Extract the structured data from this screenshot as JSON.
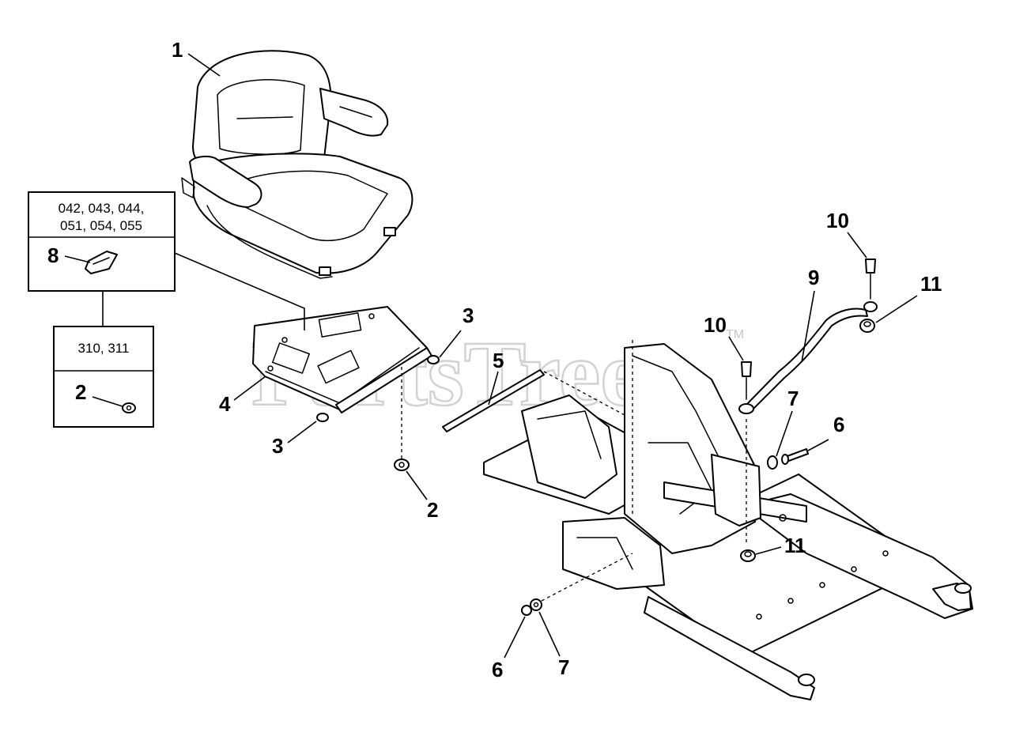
{
  "watermark": {
    "text": "PartsTree",
    "trademark": "TM"
  },
  "callouts": {
    "c1": "1",
    "c2a": "2",
    "c2b": "2",
    "c3a": "3",
    "c3b": "3",
    "c4": "4",
    "c5": "5",
    "c6a": "6",
    "c6b": "6",
    "c7a": "7",
    "c7b": "7",
    "c8": "8",
    "c9": "9",
    "c10a": "10",
    "c10b": "10",
    "c11a": "11",
    "c11b": "11"
  },
  "model_boxes": {
    "box_a": {
      "line1": "042, 043, 044,",
      "line2": "051, 054, 055"
    },
    "box_b": {
      "line1": "310, 311"
    }
  }
}
